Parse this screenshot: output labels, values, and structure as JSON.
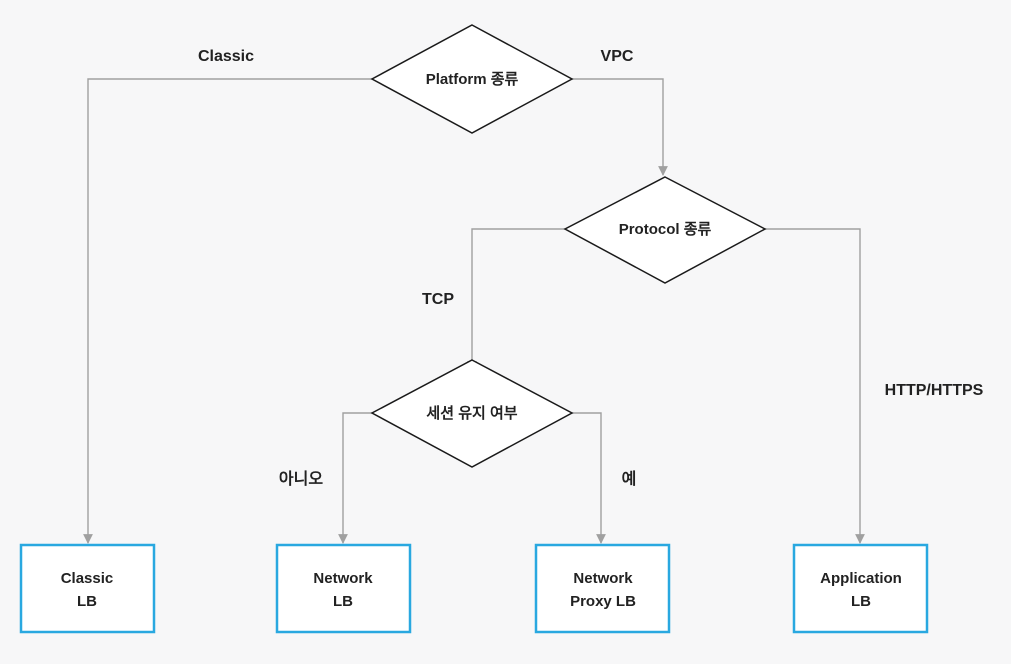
{
  "colors": {
    "background": "#f7f7f8",
    "connector": "#a0a0a0",
    "decision_border": "#1a1a1a",
    "decision_fill": "#ffffff",
    "result_border": "#29a8e0",
    "result_fill": "#ffffff",
    "text": "#222222"
  },
  "decisions": {
    "platform": "Platform 종류",
    "protocol": "Protocol 종류",
    "session": "세션 유지 여부"
  },
  "edge_labels": {
    "classic": "Classic",
    "vpc": "VPC",
    "tcp": "TCP",
    "http": "HTTP/HTTPS",
    "no": "아니오",
    "yes": "예"
  },
  "results": {
    "classic": {
      "line1": "Classic",
      "line2": "LB"
    },
    "network": {
      "line1": "Network",
      "line2": "LB"
    },
    "network_proxy": {
      "line1": "Network",
      "line2": "Proxy LB"
    },
    "application": {
      "line1": "Application",
      "line2": "LB"
    }
  }
}
